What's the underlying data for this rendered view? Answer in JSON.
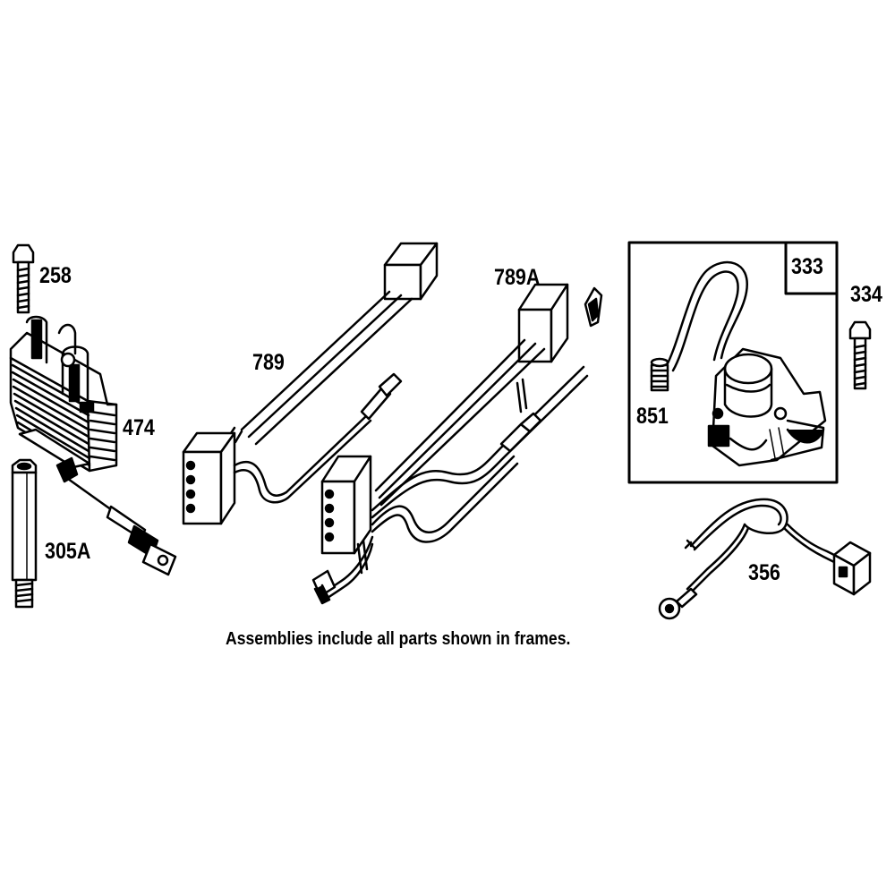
{
  "diagram": {
    "callouts": {
      "p258": "258",
      "p474": "474",
      "p305A": "305A",
      "p789": "789",
      "p789A": "789A",
      "p333": "333",
      "p334": "334",
      "p851": "851",
      "p356": "356"
    },
    "caption": "Assemblies include all parts shown in frames.",
    "colors": {
      "ink": "#000000",
      "paper": "#ffffff"
    },
    "parts": [
      {
        "id": "258",
        "kind": "screw-icon"
      },
      {
        "id": "474",
        "kind": "ignition-module-icon"
      },
      {
        "id": "305A",
        "kind": "spacer-icon"
      },
      {
        "id": "789",
        "kind": "wire-harness-icon"
      },
      {
        "id": "789A",
        "kind": "wire-harness-icon"
      },
      {
        "id": "333",
        "kind": "ignition-coil-assembly-icon"
      },
      {
        "id": "334",
        "kind": "screw-icon"
      },
      {
        "id": "851",
        "kind": "spark-plug-terminal-icon"
      },
      {
        "id": "356",
        "kind": "ground-wire-icon"
      }
    ]
  }
}
